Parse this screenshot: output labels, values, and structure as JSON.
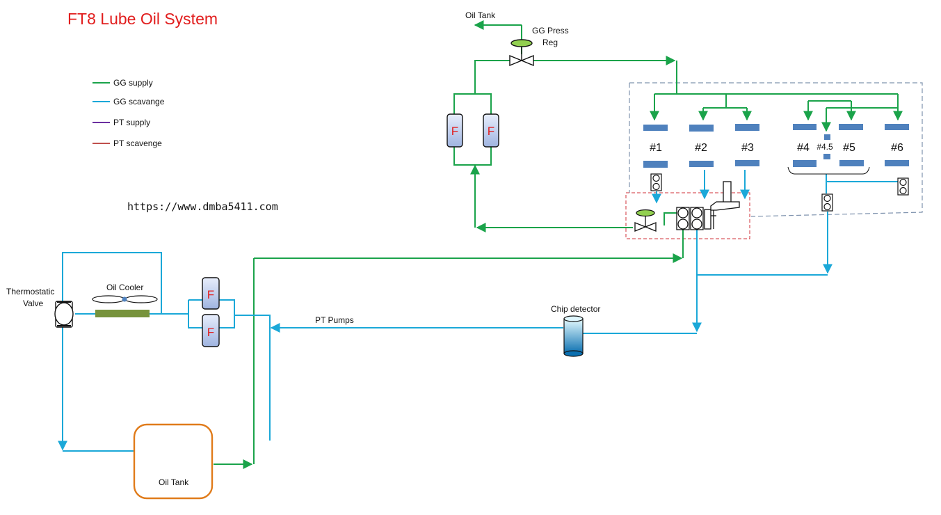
{
  "title": "FT8 Lube Oil System",
  "url": "https://www.dmba5411.com",
  "legend": [
    {
      "label": "GG supply",
      "color": "#1aa34a"
    },
    {
      "label": "GG scavange",
      "color": "#1ba8d8"
    },
    {
      "label": "PT supply",
      "color": "#6b2fa0"
    },
    {
      "label": "PT scavenge",
      "color": "#c0504d"
    }
  ],
  "labels": {
    "oil_tank_top": "Oil Tank",
    "gg_press_reg_1": "GG Press",
    "gg_press_reg_2": "Reg",
    "thermostatic_1": "Thermostatic",
    "thermostatic_2": "Valve",
    "oil_cooler": "Oil Cooler",
    "pt_pumps": "PT Pumps",
    "chip_detector": "Chip detector",
    "oil_tank_bottom": "Oil Tank"
  },
  "filter_letter": "F",
  "bearings": [
    "#1",
    "#2",
    "#3",
    "#4",
    "#4.5",
    "#5",
    "#6"
  ],
  "colors": {
    "gg_supply": "#1aa34a",
    "gg_scavenge": "#1ba8d8",
    "bearing": "#4f81bd",
    "title": "#e11d1d",
    "tank_border": "#e07b1a",
    "cooler": "#77933c"
  }
}
